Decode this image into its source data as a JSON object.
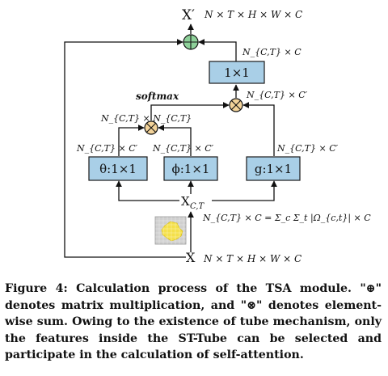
{
  "diagram": {
    "output_label": "X′",
    "output_dims": "N × T × H × W × C",
    "input_label": "X",
    "input_dims": "N × T × H × W × C",
    "center_label": "X_{C,T}",
    "center_label_main": "X",
    "center_label_sub": "C,T",
    "center_dims": "N_{C,T} × C = Σ_c Σ_t |Ω_{c,t}| × C",
    "box_1x1_top": "1×1",
    "box_theta": "θ:1×1",
    "box_phi": "ϕ:1×1",
    "box_g": "g:1×1",
    "softmax_label": "softmax",
    "label_top_1x1": "N_{C,T} × C",
    "label_right_mul": "N_{C,T} × C′",
    "label_left_mul": "N_{C,T} × N_{C,T}",
    "label_theta": "N_{C,T} × C′",
    "label_phi": "N_{C,T} × C′",
    "label_g": "N_{C,T} × C′",
    "colors": {
      "box_fill": "#a9cfe7",
      "box_stroke": "#1a1a1a",
      "plus_fill": "#8ed19a",
      "mul_fill": "#f3d39a",
      "grid_fill": "#cfcfcf",
      "blob_fill": "#f4e04a"
    }
  },
  "caption": {
    "prefix": "Figure 4:",
    "text": "Calculation process of the TSA module. \"⊕\" denotes matrix multiplication, and \"⊗\" denotes element-wise sum. Owing to the existence of tube mechanism, only the features inside the ST-Tube can be selected and participate in the calculation of self-attention."
  }
}
